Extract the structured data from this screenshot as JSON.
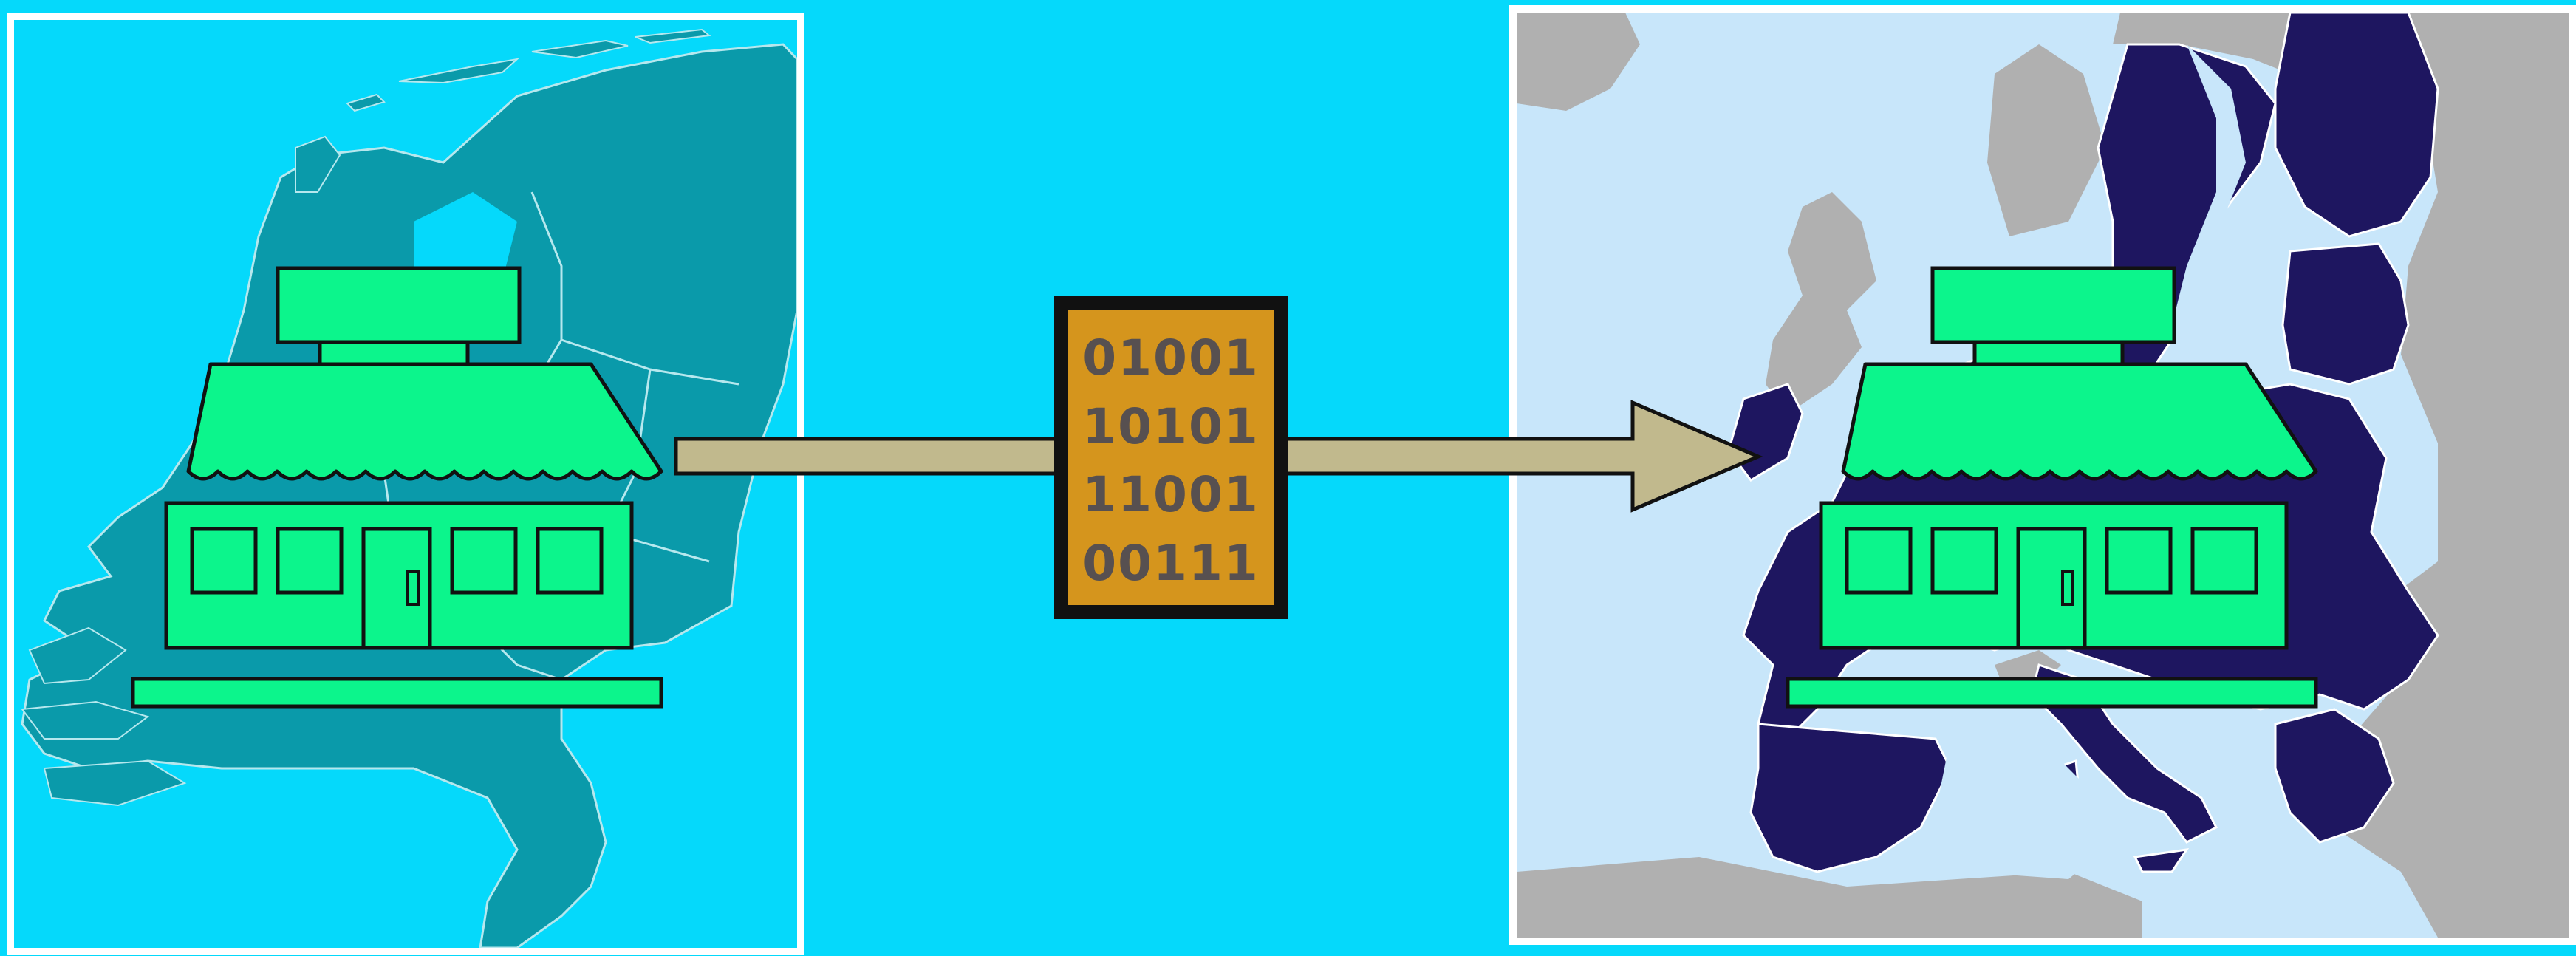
{
  "diagram": {
    "binary_block": {
      "lines": [
        "01001",
        "10101",
        "11001",
        "00111"
      ]
    },
    "colors": {
      "background": "#05d9fb",
      "netherlands_land": "#0a9aaa",
      "netherlands_sea": "#05d9fb",
      "europe_sea": "#c8e6fa",
      "eu_member": "#1e1660",
      "non_eu": "#b0b0b0",
      "shop": "#0cf58c",
      "arrow": "#c1b98d",
      "data_block": "#d5951d",
      "binary_text": "#575050"
    },
    "icons": {
      "left_shop": "shop-icon",
      "right_shop": "shop-icon",
      "data": "binary-data-icon",
      "flow": "arrow-right-icon"
    }
  }
}
